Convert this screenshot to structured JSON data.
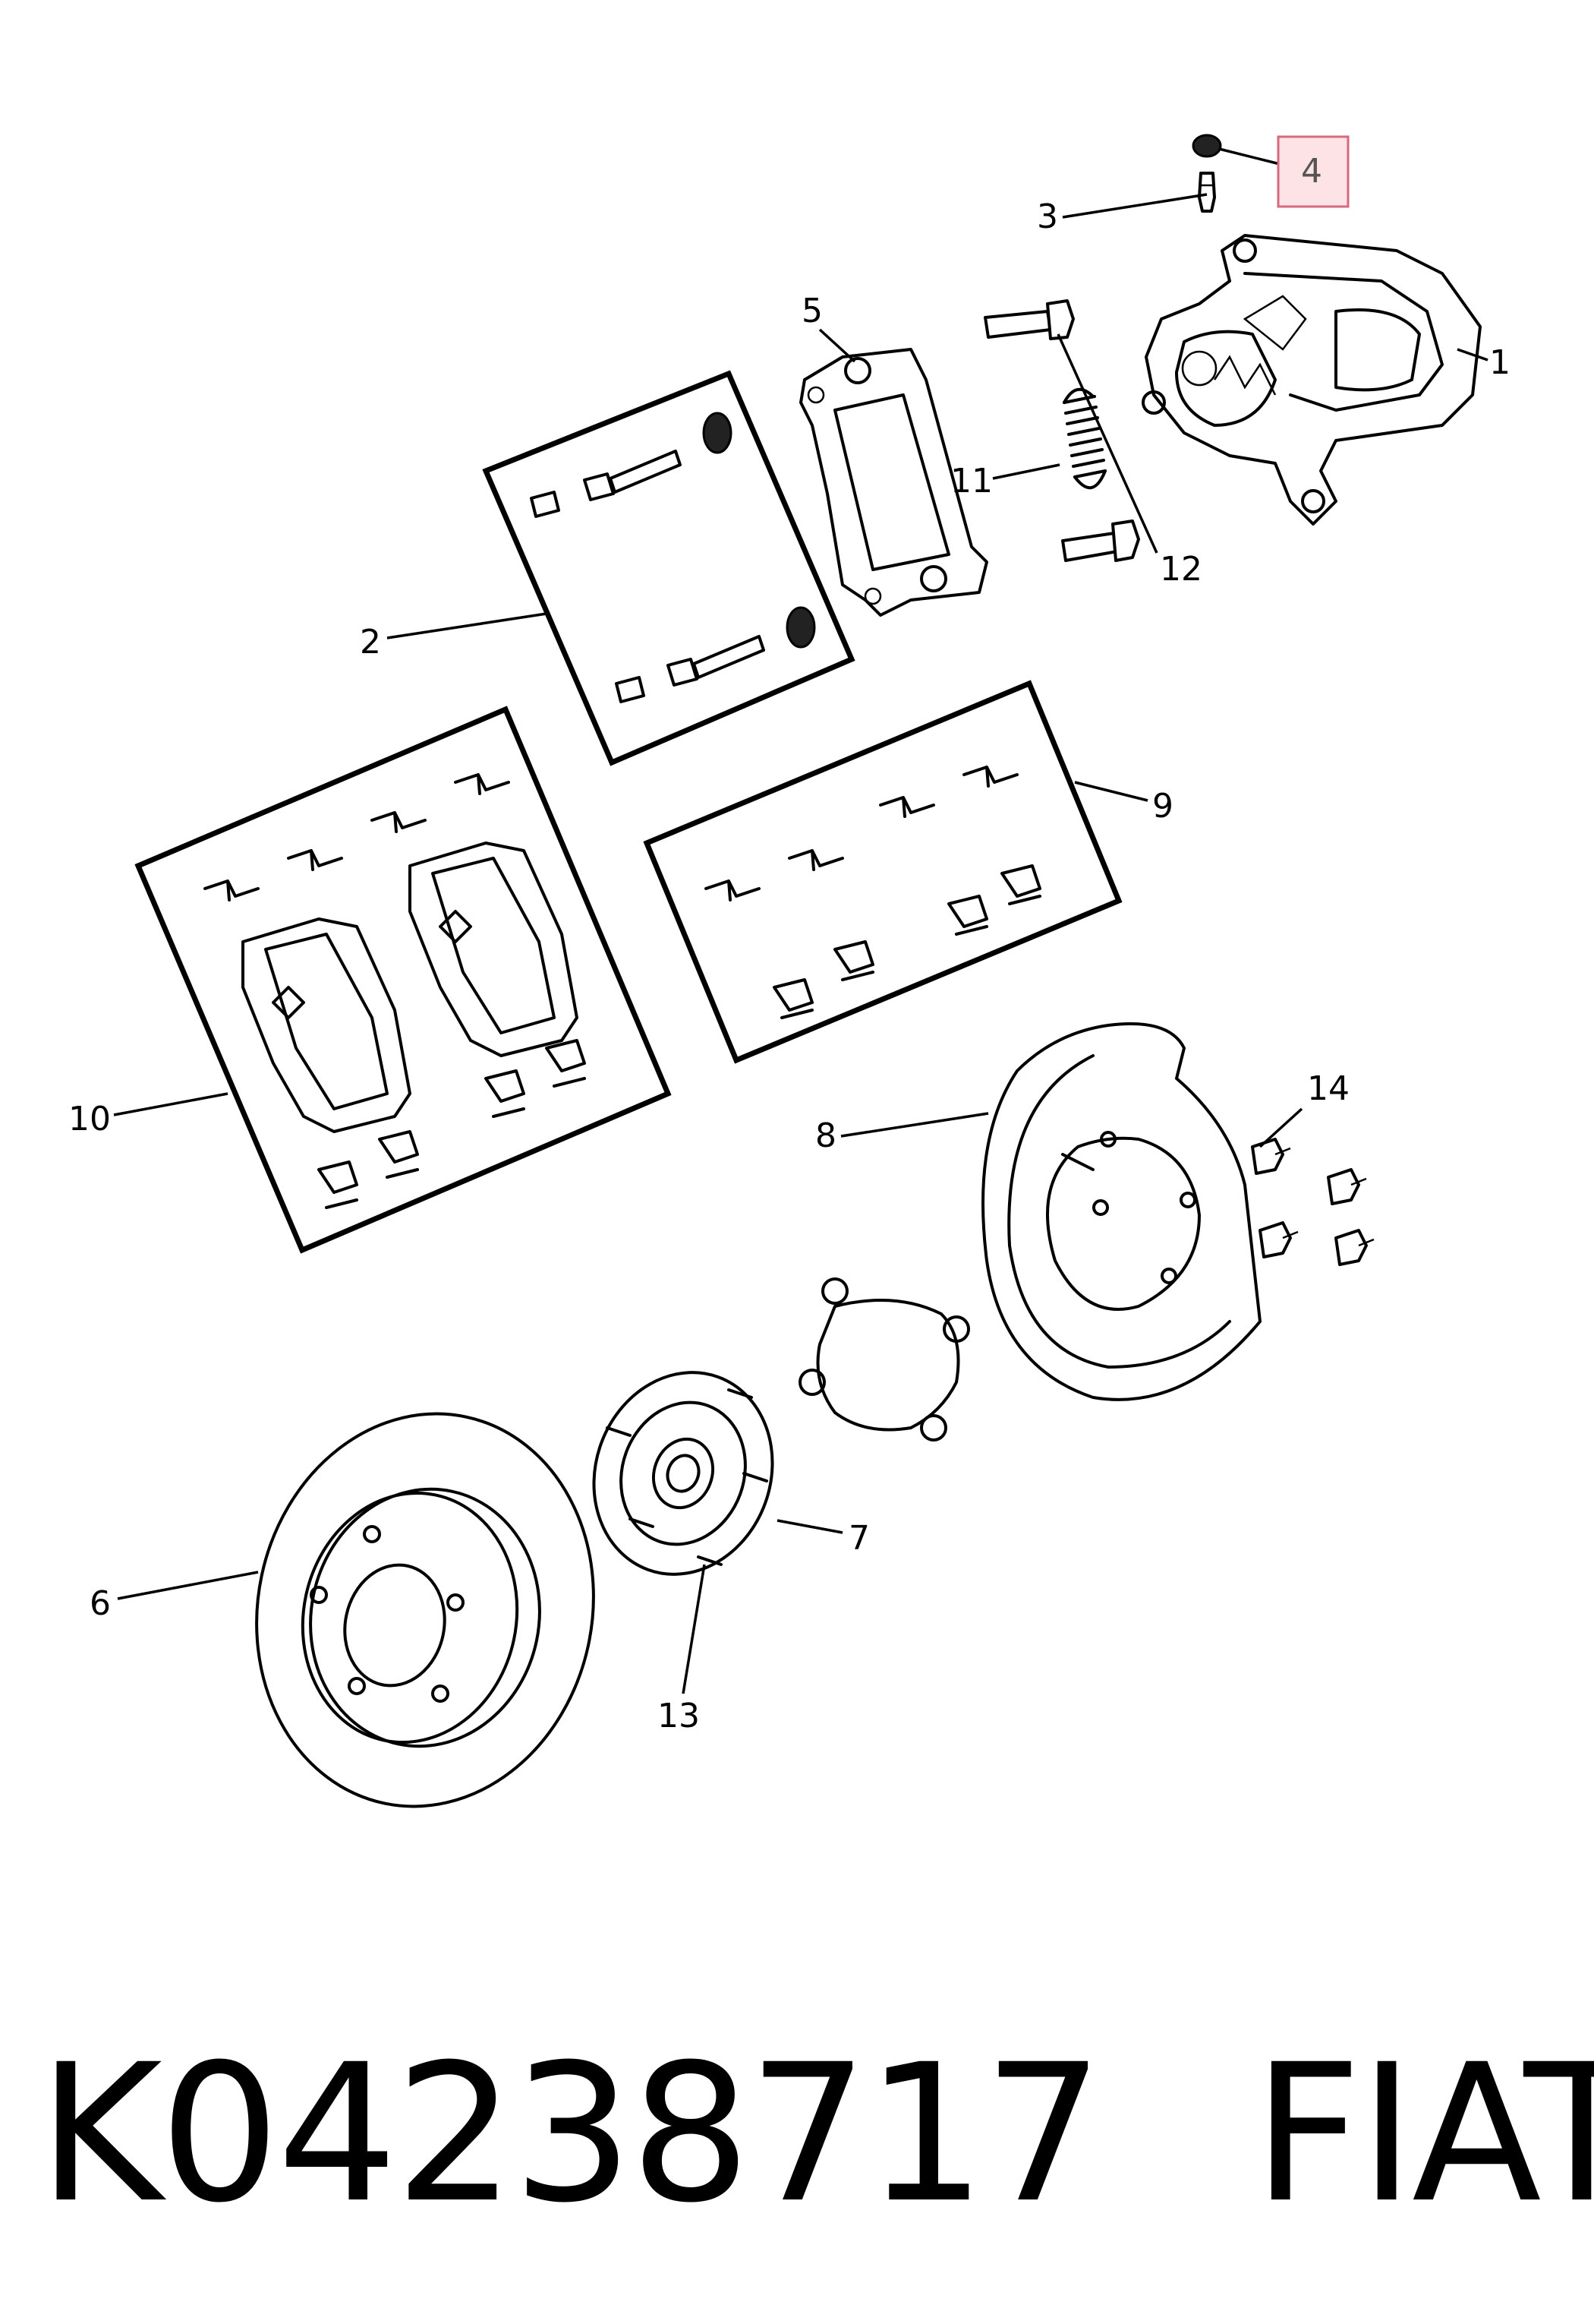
{
  "callouts": {
    "c1": "1",
    "c2": "2",
    "c3": "3",
    "c4": "4",
    "c5": "5",
    "c6": "6",
    "c7": "7",
    "c8": "8",
    "c9": "9",
    "c10": "10",
    "c11": "11",
    "c12": "12",
    "c13": "13",
    "c14": "14"
  },
  "highlighted_callout": "4",
  "colors": {
    "highlight_fill": "#fde2e6",
    "highlight_border": "#d46a7e",
    "line": "#000000"
  },
  "caption": {
    "part_number": "K04238717",
    "brand": "FIAT"
  }
}
